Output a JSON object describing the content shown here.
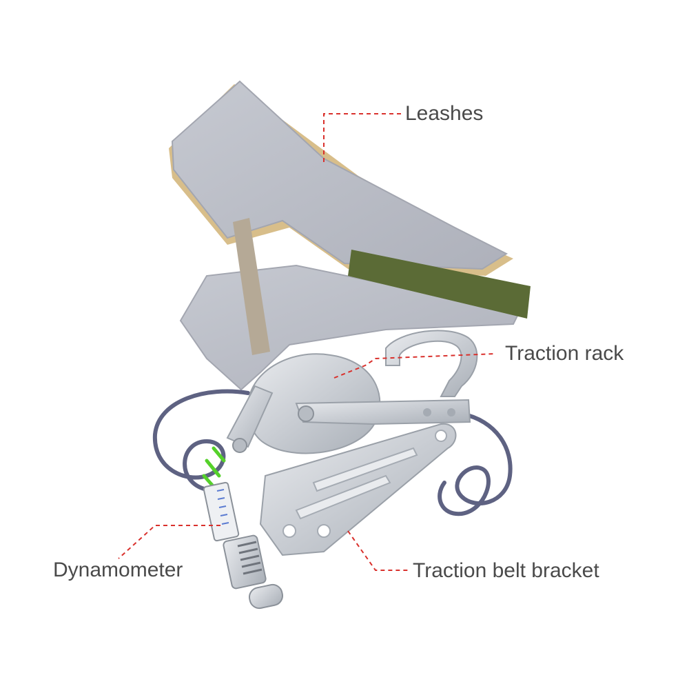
{
  "labels": {
    "leashes": "Leashes",
    "traction_rack": "Traction rack",
    "dynamometer": "Dynamometer",
    "traction_belt_bracket": "Traction belt bracket"
  },
  "colors": {
    "leader_line": "#d9302c",
    "fabric": "#b9bcc6",
    "fabric_edge": "#9ea1ab",
    "lining": "#d8be8a",
    "strap_green": "#5b6b36",
    "strap_tan": "#b5a996",
    "metal": "#d3d6db",
    "metal_dark": "#9aa0a8",
    "cord": "#5e6282",
    "cord_green": "#55d12a"
  }
}
